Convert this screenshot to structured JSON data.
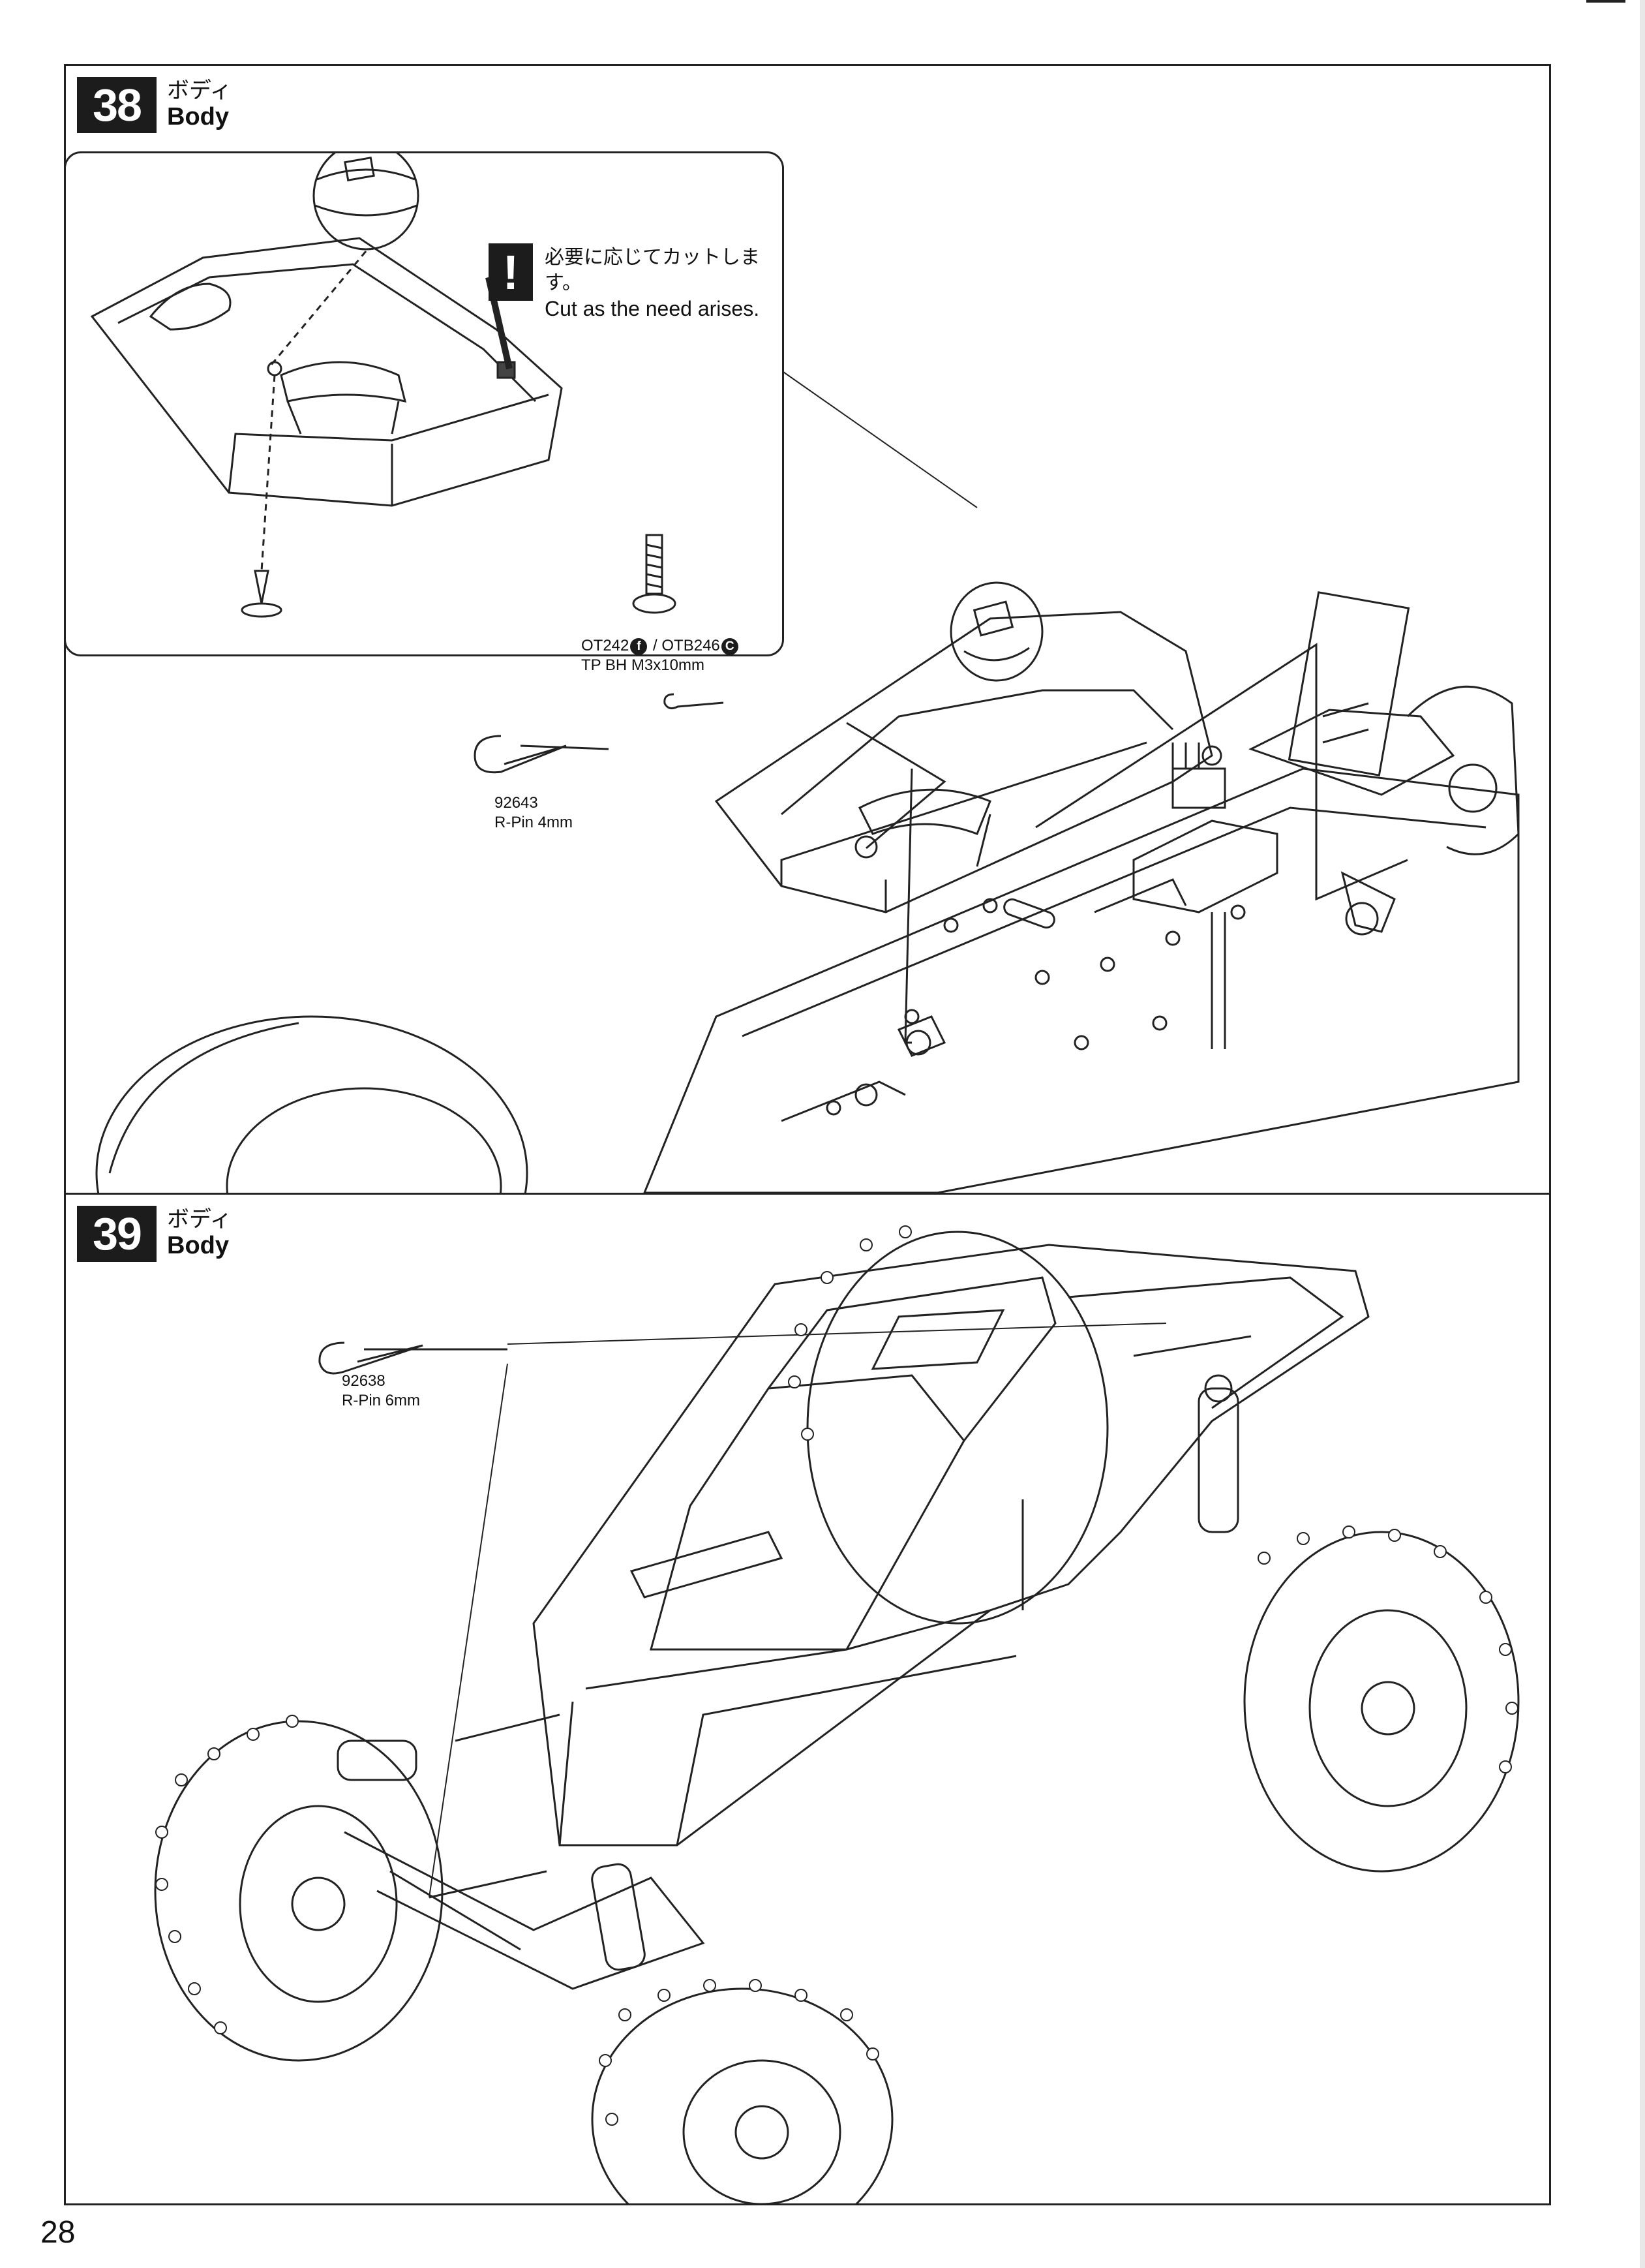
{
  "page_number": "28",
  "steps": [
    {
      "number": "38",
      "title_jp": "ボディ",
      "title_en": "Body",
      "warning": {
        "jp": "必要に応じてカットします。",
        "en": "Cut as the need arises."
      },
      "parts": [
        {
          "code": "OT242",
          "variant_a": "f",
          "separator": " / ",
          "code2": "OTB246",
          "variant_b": "C",
          "desc": "TP BH M3x10mm"
        },
        {
          "code": "92643",
          "desc": "R-Pin 4mm"
        }
      ]
    },
    {
      "number": "39",
      "title_jp": "ボディ",
      "title_en": "Body",
      "parts": [
        {
          "code": "92638",
          "desc": "R-Pin 6mm"
        }
      ]
    }
  ],
  "icons": [
    "warning-exclamation-icon",
    "helmet-icon",
    "cockpit-body-icon",
    "screw-icon",
    "r-pin-icon",
    "buggy-chassis-icon",
    "buggy-assembled-icon"
  ]
}
